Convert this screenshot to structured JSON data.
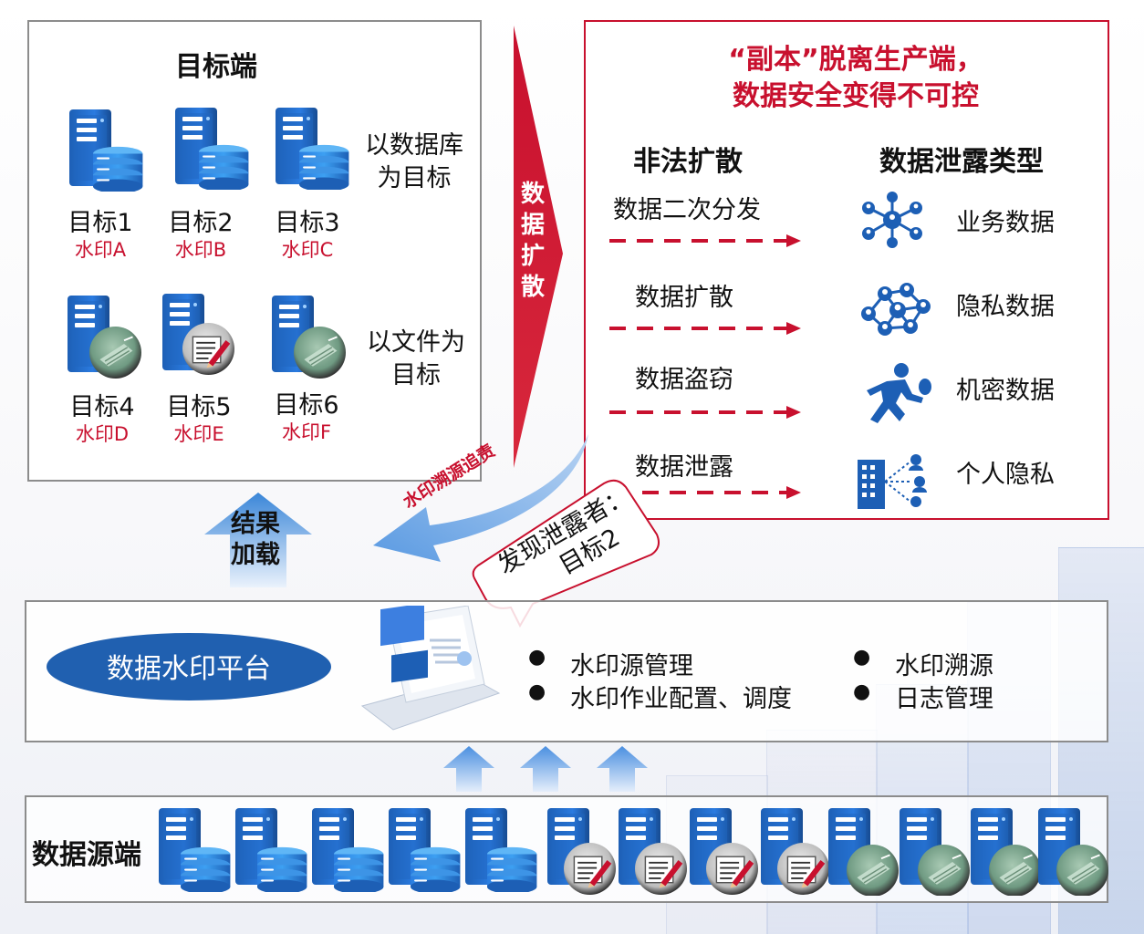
{
  "target": {
    "title": "目标端",
    "db_note": [
      "以数据库",
      "为目标"
    ],
    "file_note": [
      "以文件为",
      "目标"
    ],
    "items": [
      {
        "label": "目标1",
        "watermark": "水印A",
        "kind": "database"
      },
      {
        "label": "目标2",
        "watermark": "水印B",
        "kind": "database"
      },
      {
        "label": "目标3",
        "watermark": "水印C",
        "kind": "database"
      },
      {
        "label": "目标4",
        "watermark": "水印D",
        "kind": "file"
      },
      {
        "label": "目标5",
        "watermark": "水印E",
        "kind": "document"
      },
      {
        "label": "目标6",
        "watermark": "水印F",
        "kind": "file"
      }
    ]
  },
  "spread": {
    "label": [
      "数",
      "据",
      "扩",
      "散"
    ]
  },
  "risk": {
    "headline": [
      "“副本”脱离生产端，",
      "数据安全变得不可控"
    ],
    "left_header": "非法扩散",
    "right_header": "数据泄露类型",
    "actions": [
      "数据二次分发",
      "数据扩散",
      "数据盗窃",
      "数据泄露"
    ],
    "types": [
      {
        "label": "业务数据",
        "icon": "business-network-icon"
      },
      {
        "label": "隐私数据",
        "icon": "privacy-network-icon"
      },
      {
        "label": "机密数据",
        "icon": "thief-icon"
      },
      {
        "label": "个人隐私",
        "icon": "building-people-icon"
      }
    ]
  },
  "trace": {
    "label": "水印溯源追责",
    "bubble": [
      "发现泄露者：",
      "目标2"
    ]
  },
  "result_load": [
    "结果",
    "加载"
  ],
  "platform": {
    "title": "数据水印平台",
    "features_left": [
      "水印源管理",
      "水印作业配置、调度"
    ],
    "features_right": [
      "水印溯源",
      "日志管理"
    ]
  },
  "source": {
    "title": "数据源端"
  },
  "colors": {
    "accent_red": "#c8102e",
    "server_blue": "#1d5fb5",
    "ellipse_blue": "#2060b0"
  }
}
